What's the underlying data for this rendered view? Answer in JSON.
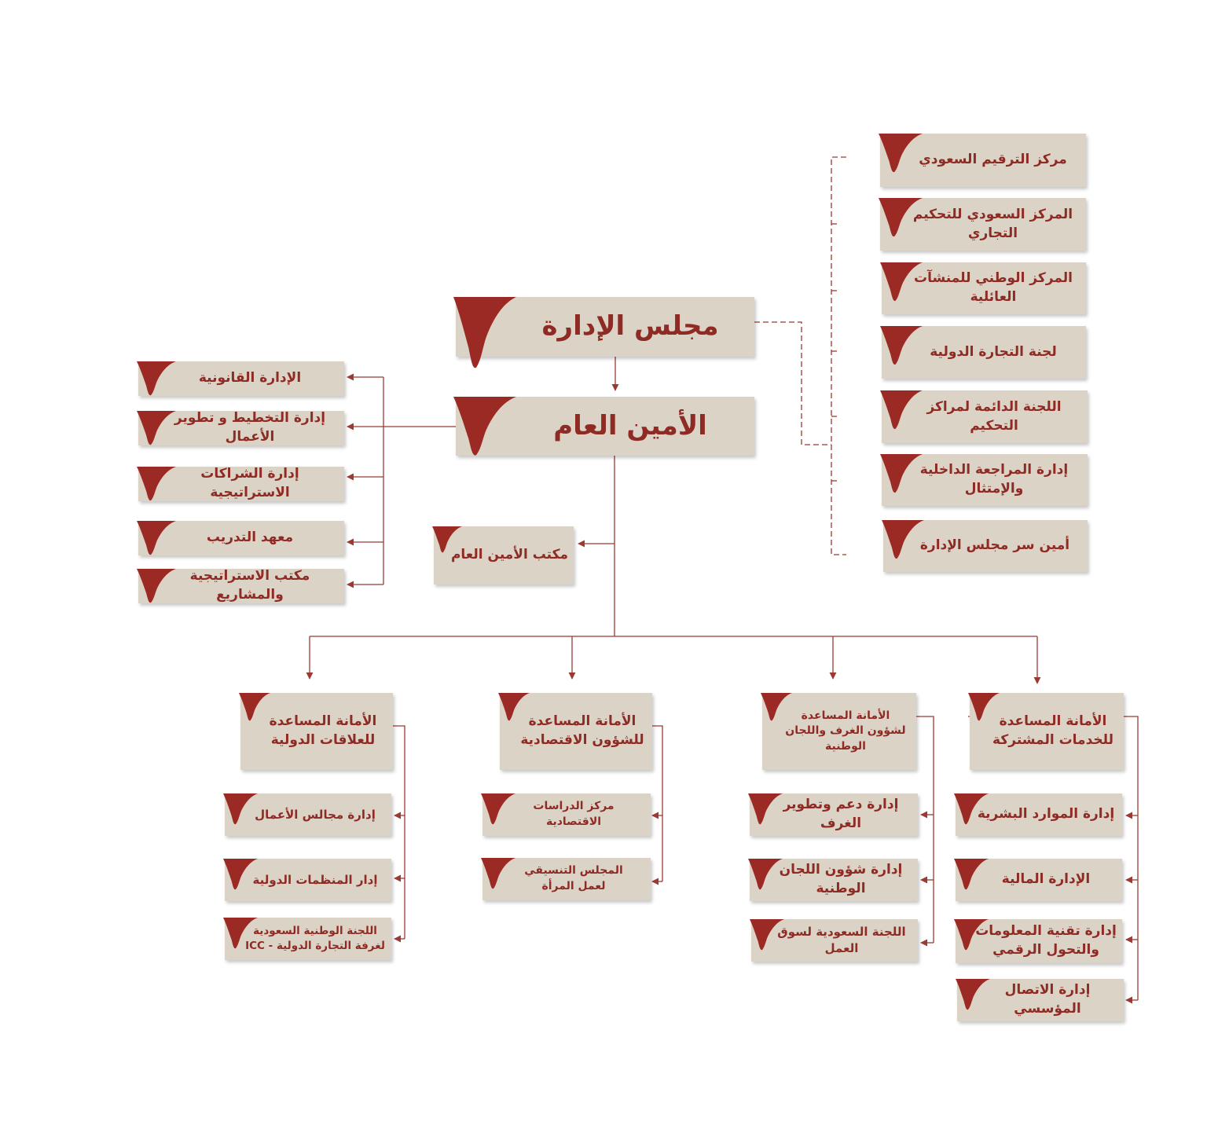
{
  "board": "مجلس الإدارة",
  "secretary_general": "الأمين العام",
  "board_units": [
    "مركز الترقيم السعودي",
    "المركز السعودي للتحكيم التجاري",
    "المركز الوطني للمنشآت العائلية",
    "لجنة التجارة الدولية",
    "اللجنة الدائمة لمراكز التحكيم",
    "إدارة المراجعة الداخلية والإمتثال",
    "أمين سر مجلس الإدارة"
  ],
  "sg_units": [
    "الإدارة القانونية",
    "إدارة التخطيط و تطوير الأعمال",
    "إدارة الشراكات الاستراتيجية",
    "معهد التدريب",
    "مكتب الاستراتيجية والمشاريع"
  ],
  "sg_office": "مكتب الأمين العام",
  "assistant_secretariats": [
    {
      "title": "الأمانة المساعدة\nللخدمات المشتركة",
      "units": [
        "إدارة الموارد البشرية",
        "الإدارة المالية",
        "إدارة تقنية المعلومات\nوالتحول الرقمي",
        "إدارة الاتصال المؤسسي"
      ]
    },
    {
      "title": "الأمانة المساعدة\nلشؤون الغرف واللجان الوطنية",
      "units": [
        "إدارة دعم وتطوير الغرف",
        "إدارة شؤون اللجان الوطنية",
        "اللجنة السعودية لسوق العمل"
      ]
    },
    {
      "title": "الأمانة المساعدة\nللشؤون الاقتصادية",
      "units": [
        "مركز الدراسات\nالاقتصادية",
        "المجلس التنسيقي\nلعمل المرأة"
      ]
    },
    {
      "title": "الأمانة المساعدة\nللعلاقات الدولية",
      "units": [
        "إدارة مجالس الأعمال",
        "إدار المنظمات الدولية",
        "اللجنة الوطنية السعودية\nلغرفة التجارة الدولية - ICC"
      ]
    }
  ],
  "colors": {
    "box": "#dcd3c7",
    "accent": "#9b2a24",
    "text": "#8e2b24",
    "line": "#9b3a34"
  }
}
